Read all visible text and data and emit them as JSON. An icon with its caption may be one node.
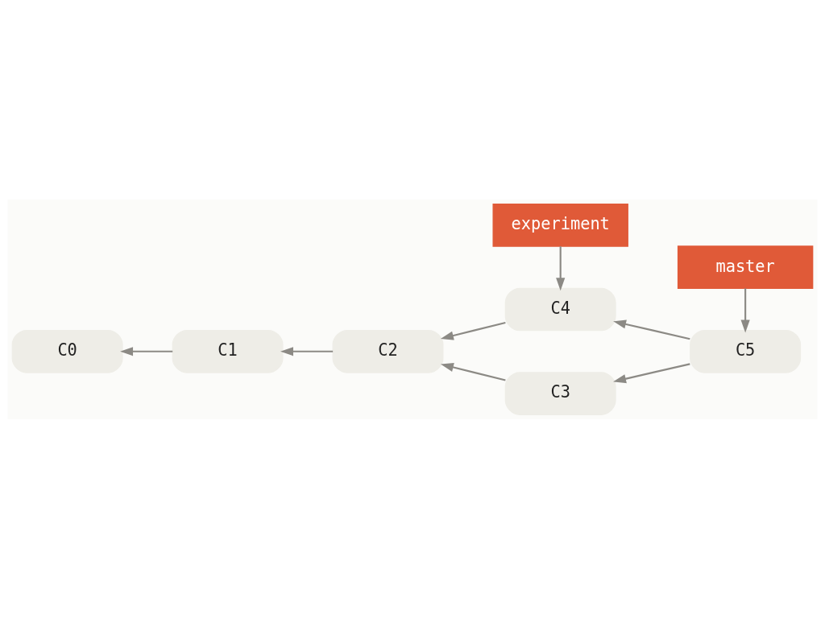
{
  "diagram": {
    "nodes": [
      {
        "text": [
          "experiment"
        ]
      },
      {
        "text": [
          "C4"
        ]
      },
      {
        "text": [
          "C0"
        ]
      },
      {
        "text": [
          "C1"
        ]
      },
      {
        "text": [
          "C2"
        ]
      },
      {
        "text": [
          "C3"
        ]
      },
      {
        "text": [
          "C5"
        ]
      },
      {
        "text": [
          "master"
        ]
      }
    ],
    "edges": [
      {
        "from": 0,
        "to": 1,
        "arrow": "to"
      },
      {
        "from": 1,
        "to": 4,
        "arrow": "to"
      },
      {
        "from": 6,
        "to": 1,
        "arrow": "to"
      },
      {
        "from": 3,
        "to": 2,
        "arrow": "to"
      },
      {
        "from": 4,
        "to": 3,
        "arrow": "to"
      },
      {
        "from": 5,
        "to": 4,
        "arrow": "to"
      },
      {
        "from": 6,
        "to": 5,
        "arrow": "to"
      },
      {
        "from": 7,
        "to": 6,
        "arrow": "to"
      }
    ]
  }
}
